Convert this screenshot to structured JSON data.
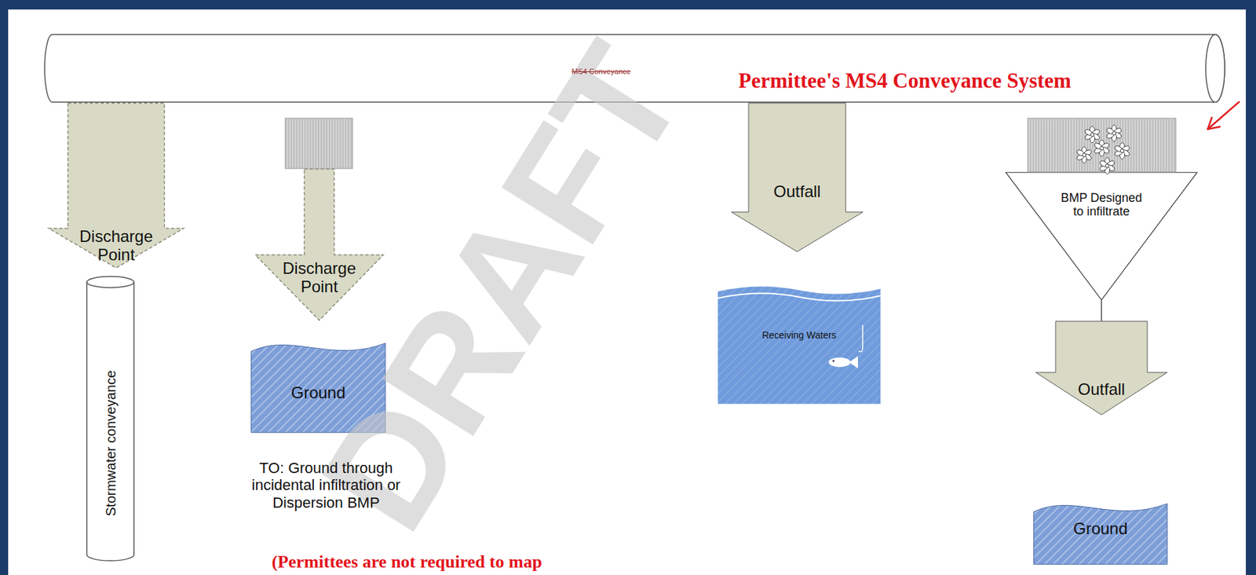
{
  "diagram": {
    "nodes": [
      {
        "text": [
          "MS4 Conveyance",
          "Permittee's MS4 Conveyance System"
        ]
      },
      {
        "text": [
          "Discharge Point"
        ]
      },
      {
        "text": [
          "Stormwater conveyance"
        ]
      },
      {
        "text": [
          "Discharge Point"
        ]
      },
      {
        "text": [
          "Ground"
        ]
      },
      {
        "text": [
          "Outfall"
        ]
      },
      {
        "text": [
          "Receiving Waters"
        ]
      },
      {
        "text": [
          "BMP Designed to infiltrate"
        ]
      },
      {
        "text": [
          "Outfall"
        ]
      },
      {
        "text": [
          "Ground"
        ]
      }
    ],
    "edges": [
      {
        "from": 7,
        "to": 8,
        "arrow": "none"
      }
    ],
    "labels": [
      "DRAFT",
      "TO: Ground through incidental infiltration or Dispersion BMP",
      "(Permittees are not required to map"
    ]
  }
}
